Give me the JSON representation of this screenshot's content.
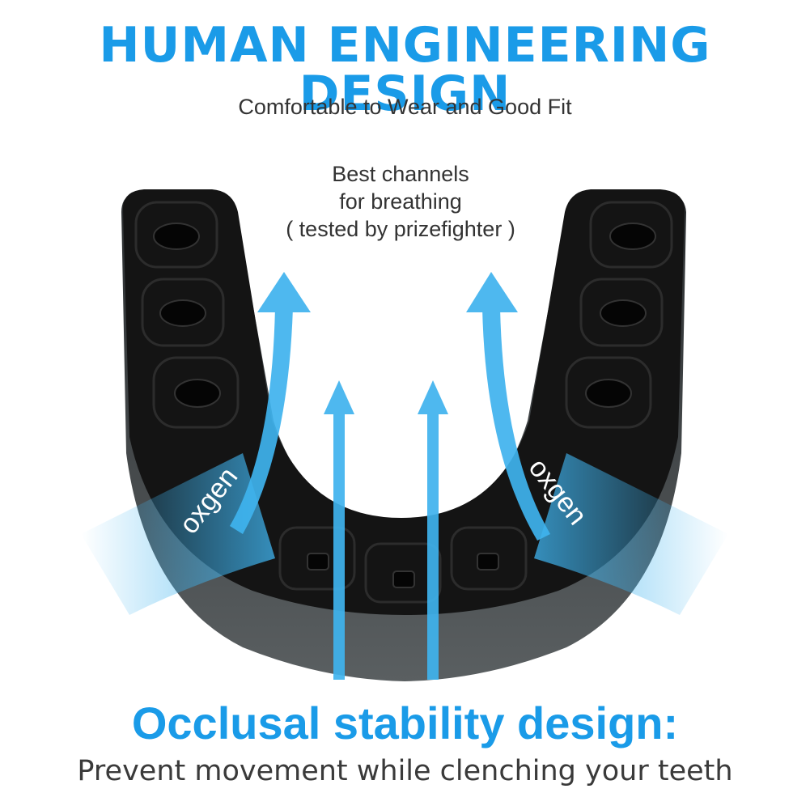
{
  "header": {
    "title": "HUMAN ENGINEERING DESIGN",
    "subtitle": "Comfortable to Wear and Good Fit"
  },
  "callout": {
    "line1": "Best channels",
    "line2": "for breathing",
    "line3": "( tested by prizefighter )"
  },
  "airflow": {
    "left_label": "oxgen",
    "right_label": "oxgen"
  },
  "footer": {
    "title": "Occlusal stability design:",
    "subtitle": "Prevent movement while clenching your teeth"
  },
  "colors": {
    "accent": "#1a9be8",
    "text": "#333333",
    "product": "#161616",
    "product_edge": "#555a5c",
    "arrow": "#3fb3ee"
  }
}
